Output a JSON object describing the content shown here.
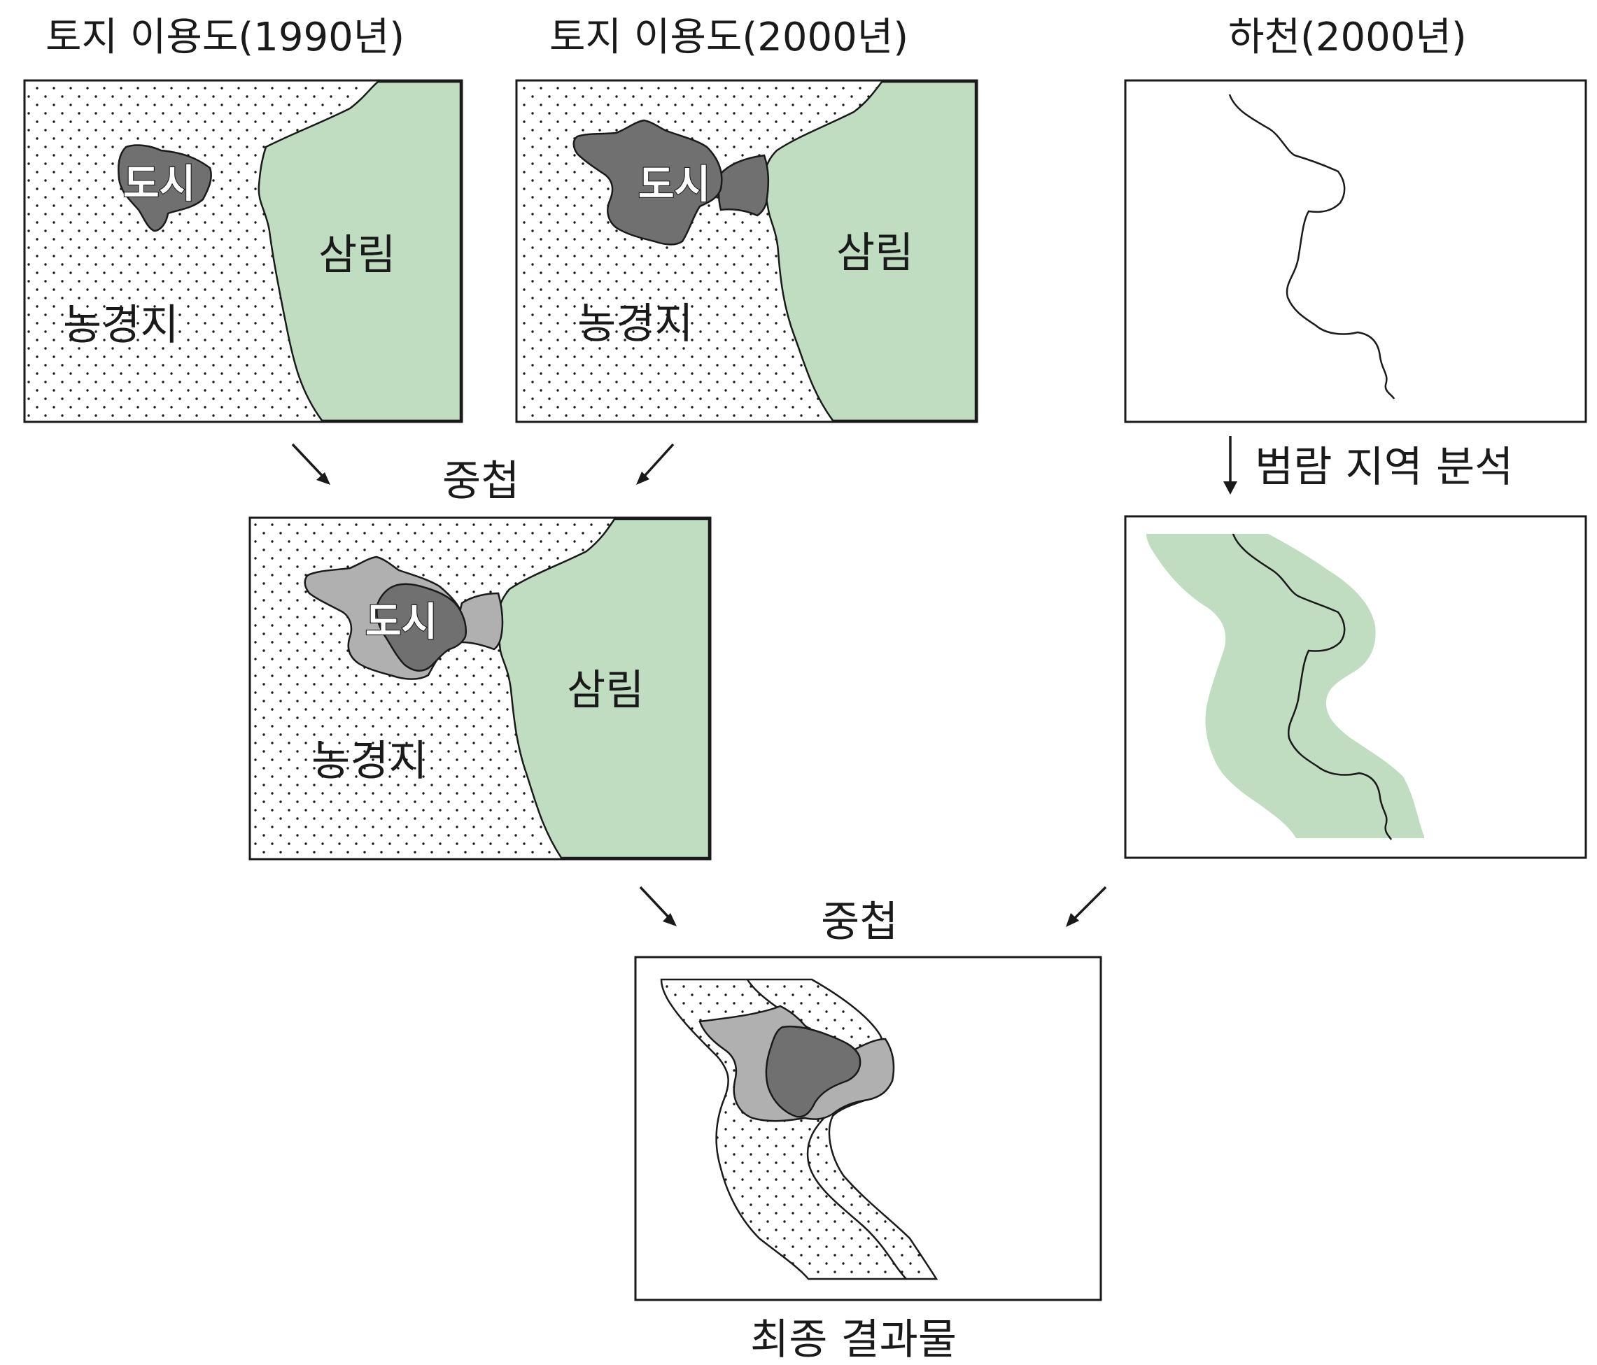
{
  "titles": {
    "landuse_1990": "토지 이용도(1990년)",
    "landuse_2000": "토지 이용도(2000년)",
    "river_2000": "하천(2000년)"
  },
  "steps": {
    "overlay_1": "중첩",
    "flood_analysis": "범람 지역 분석",
    "overlay_2": "중첩",
    "final_result": "최종 결과물"
  },
  "land_labels": {
    "city": "도시",
    "forest": "삼림",
    "farmland": "농경지"
  },
  "colors": {
    "forest": "#c0dcc1",
    "city_new": "#707070",
    "city_old": "#b0b0b0",
    "flood_zone": "#c0dcc1",
    "dots": "#1a1a1a"
  }
}
